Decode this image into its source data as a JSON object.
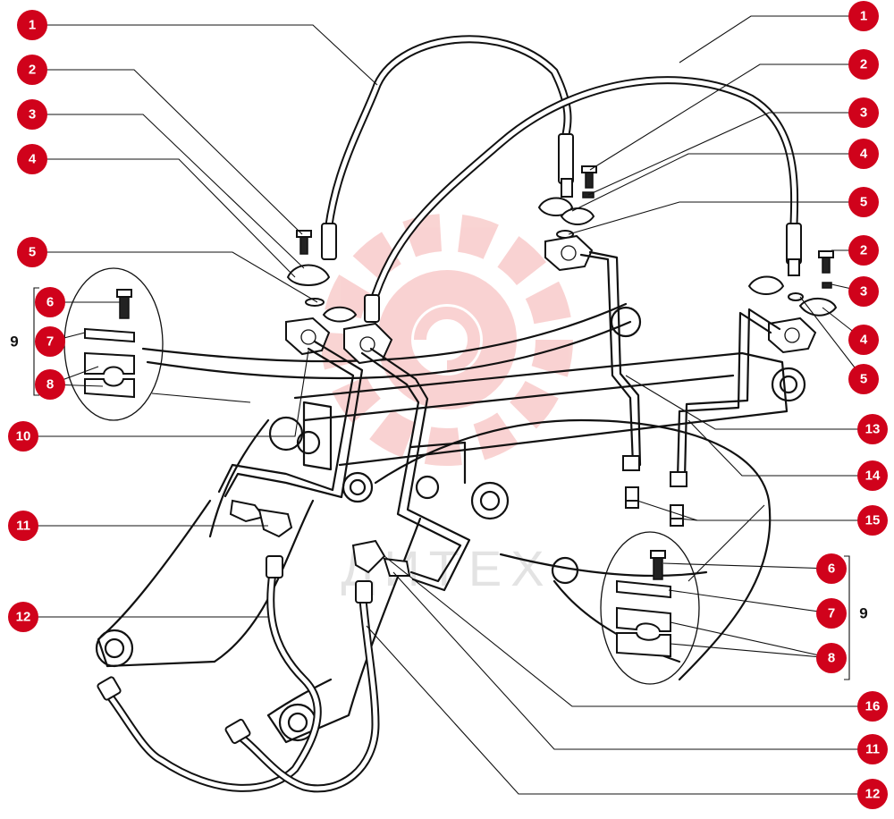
{
  "watermark": {
    "text": "ДИТЕХ",
    "color": "#c8c8c8"
  },
  "colors": {
    "badge": "#d0021b",
    "badge_text": "#ffffff",
    "ink": "#111111",
    "logo": "#e53935"
  },
  "callouts": {
    "left": [
      "1",
      "2",
      "3",
      "4",
      "5",
      "6",
      "7",
      "8",
      "10",
      "11",
      "12"
    ],
    "right": [
      "1",
      "2",
      "3",
      "4",
      "5",
      "2",
      "3",
      "4",
      "5",
      "13",
      "14",
      "15",
      "6",
      "7",
      "8",
      "16",
      "11",
      "12"
    ],
    "groups": [
      "9",
      "9"
    ]
  }
}
